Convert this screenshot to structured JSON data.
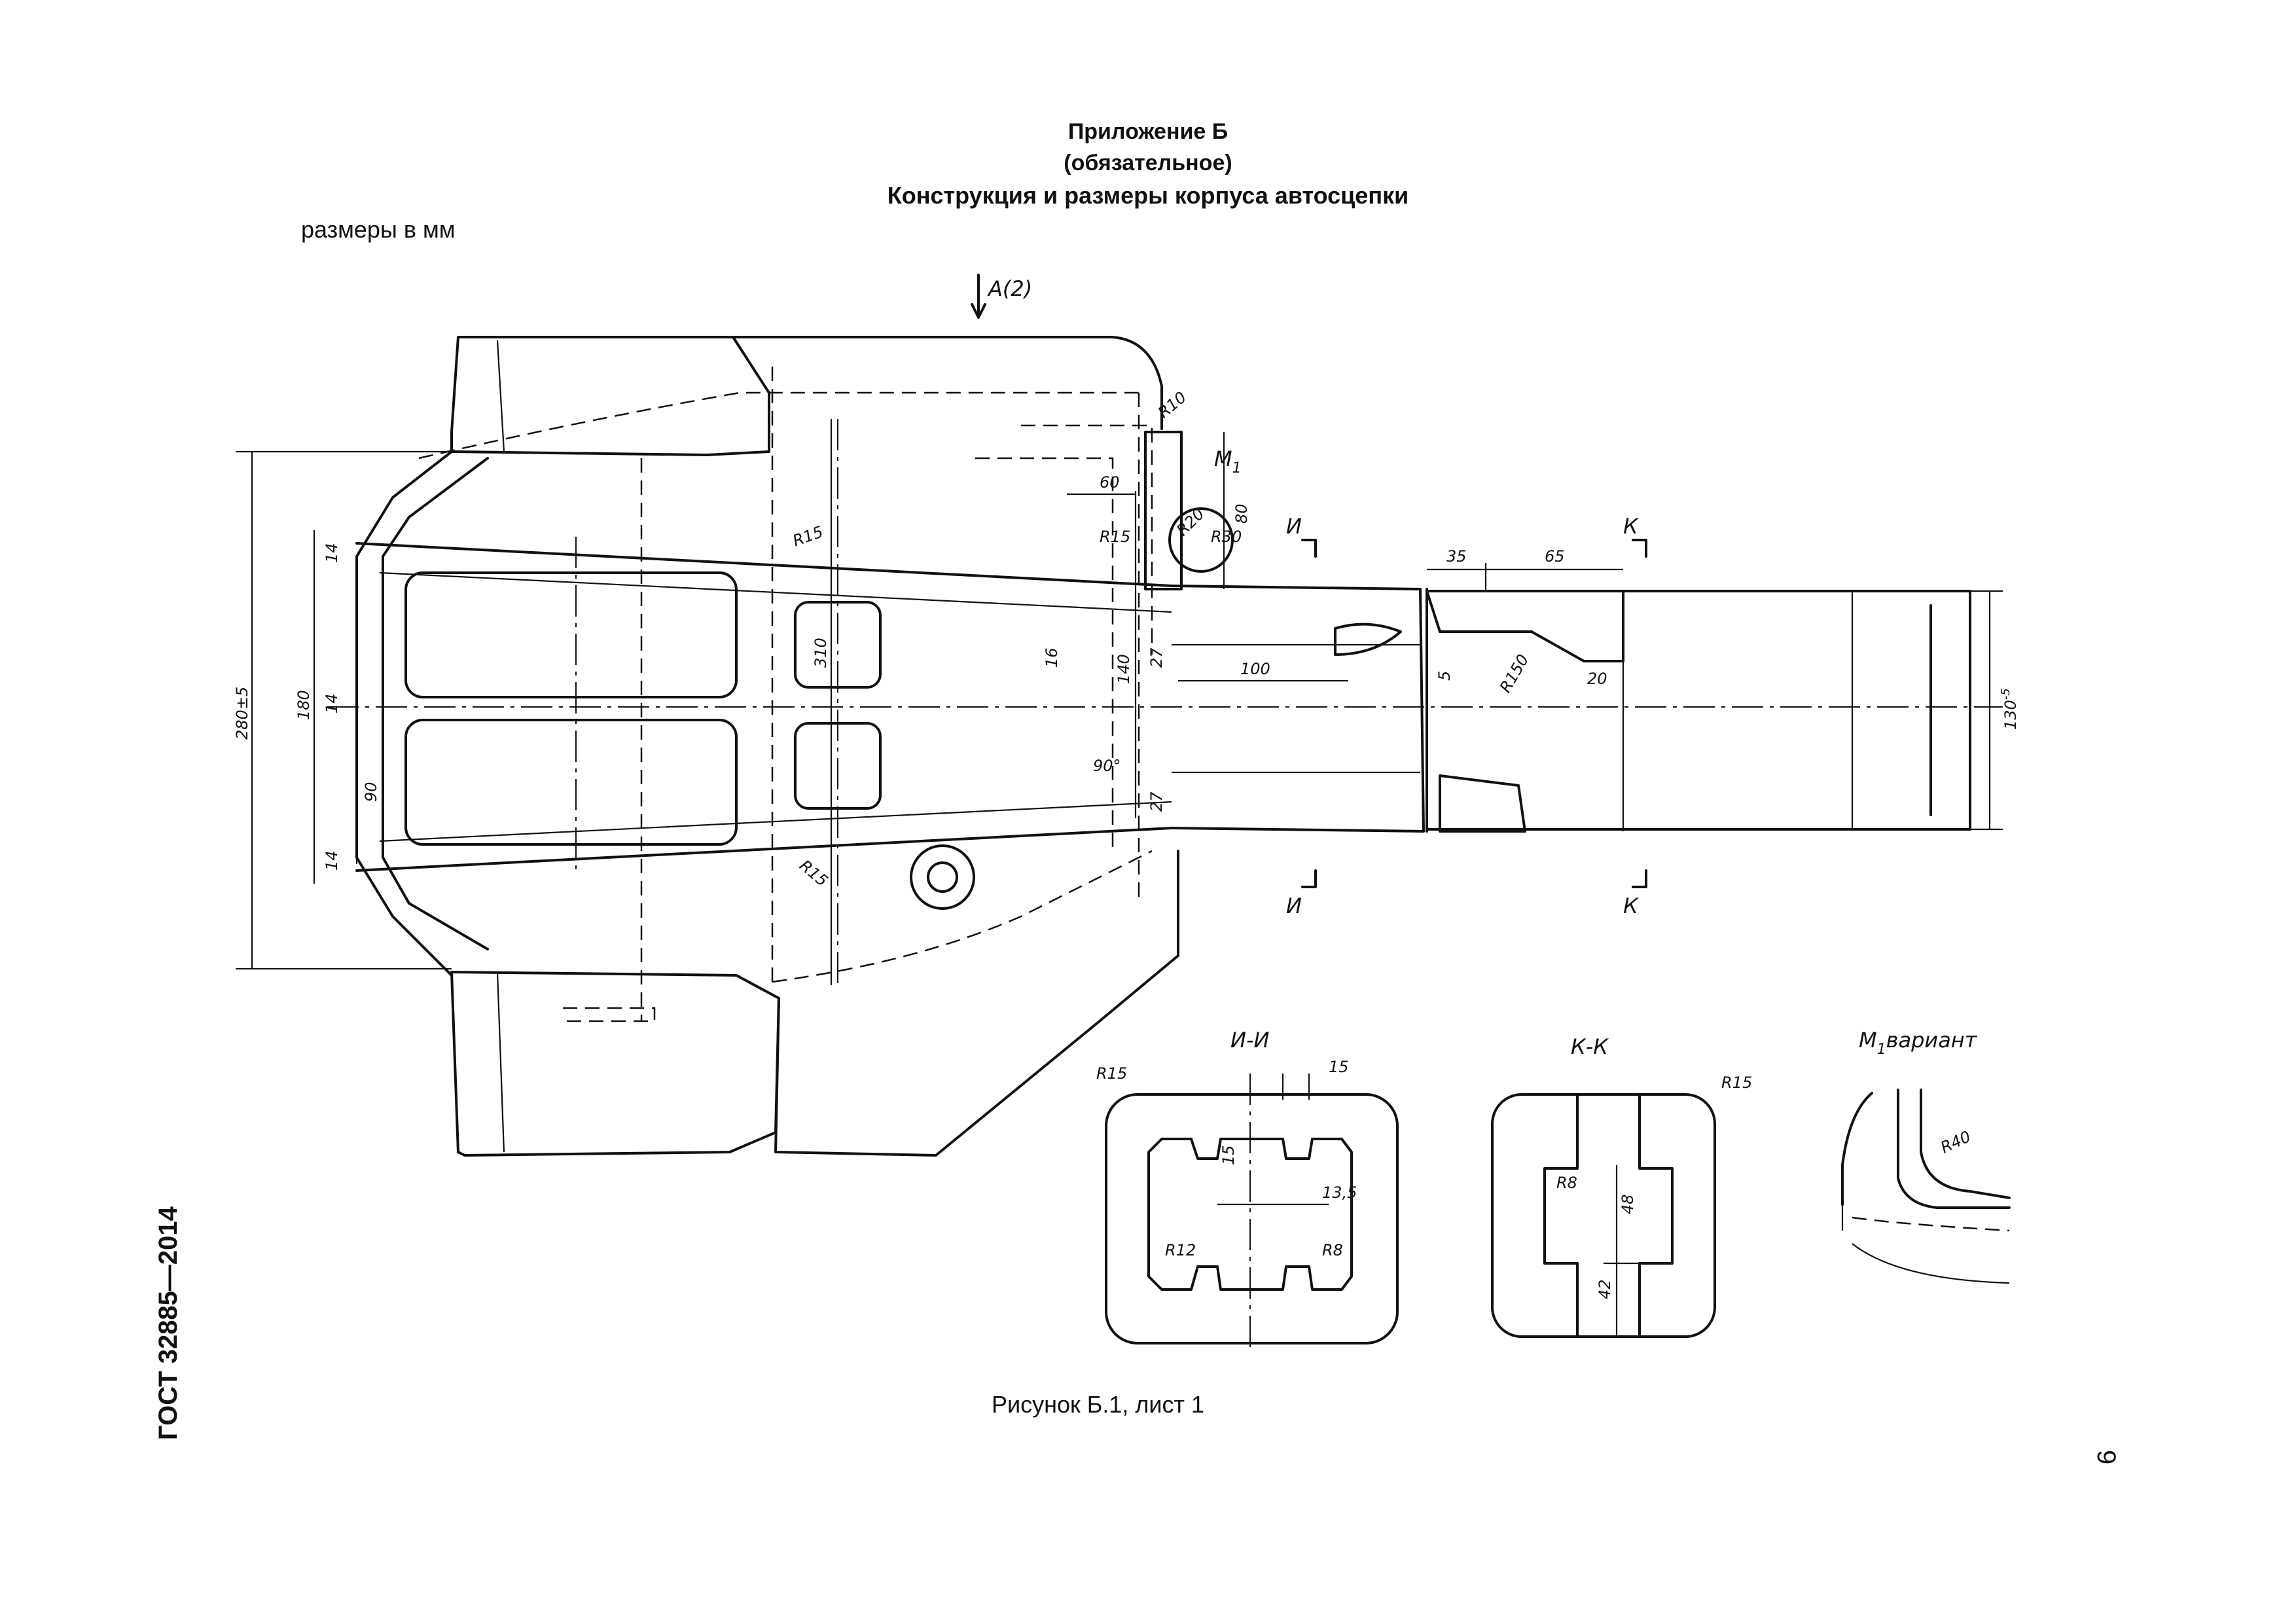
{
  "header": {
    "line1": "Приложение Б",
    "line2": "(обязательное)",
    "line3": "Конструкция и размеры корпуса автосцепки"
  },
  "units_note": "размеры в мм",
  "figure_caption": "Рисунок Б.1, лист 1",
  "standard_code": "ГОСТ 32885—2014",
  "page_number": "9",
  "view_labels": {
    "view_a": "A(2)",
    "detail_m1": "M",
    "detail_m1_sub": "1",
    "section_i": "И",
    "section_k": "К",
    "section_ii_title": "И-И",
    "section_kk_title": "К-К",
    "variant_m1_title": "M",
    "variant_m1_sub": "1",
    "variant_m1_word": "вариант"
  },
  "dimensions": {
    "d280": "280±5",
    "d180": "180",
    "d90": "90",
    "d14a": "14",
    "d14b": "14",
    "d14c": "14",
    "d310": "310",
    "d16": "16",
    "d140": "140",
    "d27a": "27",
    "d27b": "27",
    "d100": "100",
    "d60": "60",
    "d80": "80",
    "d35": "35",
    "d65": "65",
    "d5": "5",
    "d20": "20",
    "d130": "130",
    "d130_tol": "-5",
    "angle90": "90°",
    "r10": "R10",
    "r15a": "R15",
    "r15b": "R15",
    "r15c": "R15",
    "r20": "R20",
    "r30": "R30",
    "r150": "R150",
    "ii_r15": "R15",
    "ii_15a": "15",
    "ii_15b": "15",
    "ii_135": "13,5",
    "ii_r12": "R12",
    "ii_r8": "R8",
    "kk_r15": "R15",
    "kk_r8": "R8",
    "kk_48": "48",
    "kk_42": "42",
    "var_r40": "R40"
  }
}
